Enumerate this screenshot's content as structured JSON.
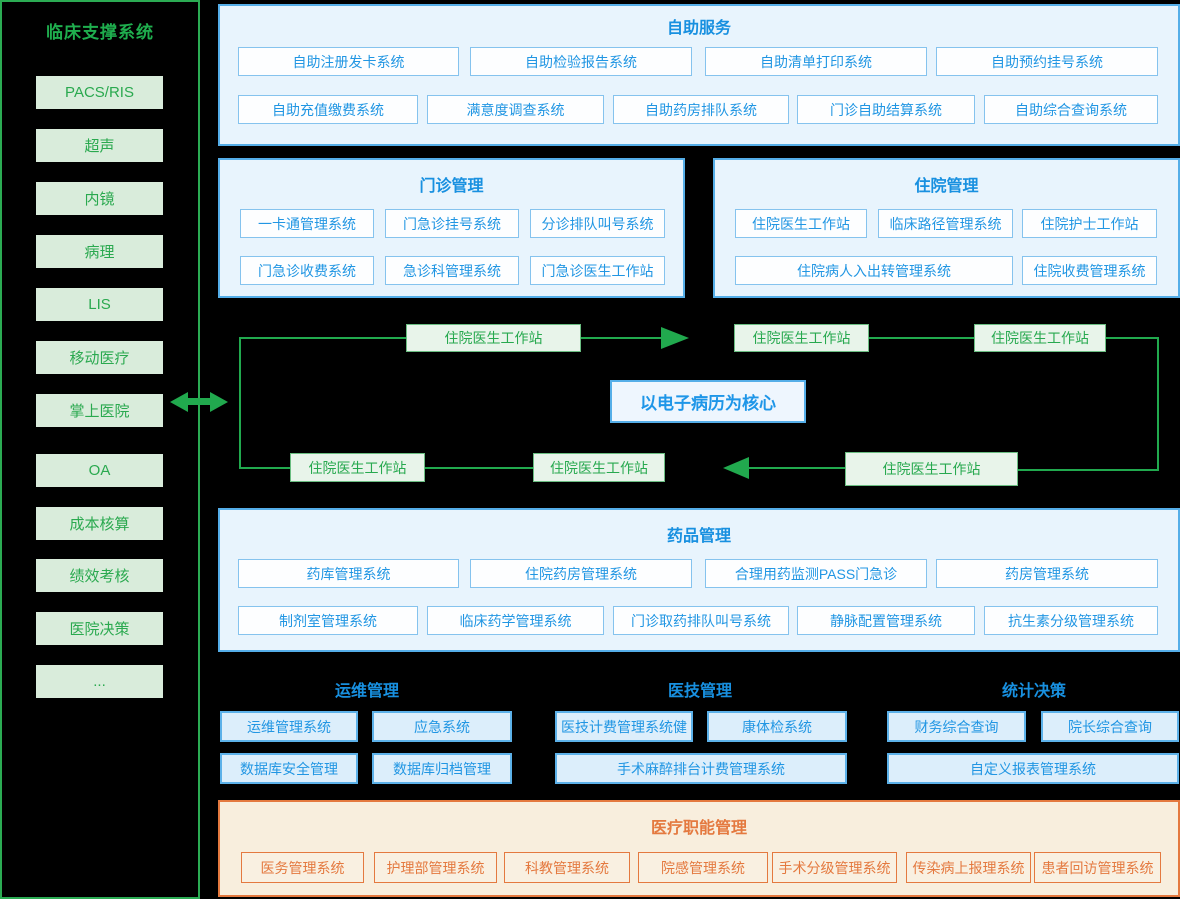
{
  "sidebar": {
    "title": "临床支撑系统",
    "items": [
      "PACS/RIS",
      "超声",
      "内镜",
      "病理",
      "LIS",
      "移动医疗",
      "掌上医院",
      "OA",
      "成本核算",
      "绩效考核",
      "医院决策",
      "..."
    ]
  },
  "self_service": {
    "title": "自助服务",
    "row1": [
      "自助注册发卡系统",
      "自助检验报告系统",
      "自助清单打印系统",
      "自助预约挂号系统"
    ],
    "row2": [
      "自助充值缴费系统",
      "满意度调查系统",
      "自助药房排队系统",
      "门诊自助结算系统",
      "自助综合查询系统"
    ]
  },
  "outpatient": {
    "title": "门诊管理",
    "row1": [
      "一卡通管理系统",
      "门急诊挂号系统",
      "分诊排队叫号系统"
    ],
    "row2": [
      "门急诊收费系统",
      "急诊科管理系统",
      "门急诊医生工作站"
    ]
  },
  "inpatient": {
    "title": "住院管理",
    "row1": [
      "住院医生工作站",
      "临床路径管理系统",
      "住院护士工作站"
    ],
    "row2": [
      "住院病人入出转管理系统",
      "住院收费管理系统"
    ]
  },
  "emr_loop": {
    "center": "以电子病历为核心",
    "top": [
      "住院医生工作站",
      "住院医生工作站",
      "住院医生工作站"
    ],
    "bottom": [
      "住院医生工作站",
      "住院医生工作站",
      "住院医生工作站"
    ]
  },
  "pharmacy": {
    "title": "药品管理",
    "row1": [
      "药库管理系统",
      "住院药房管理系统",
      "合理用药监测PASS门急诊",
      "药房管理系统"
    ],
    "row2": [
      "制剂室管理系统",
      "临床药学管理系统",
      "门诊取药排队叫号系统",
      "静脉配置管理系统",
      "抗生素分级管理系统"
    ]
  },
  "operations": {
    "title": "运维管理",
    "row1": [
      "运维管理系统",
      "应急系统"
    ],
    "row2": [
      "数据库安全管理",
      "数据库归档管理"
    ]
  },
  "medical_tech": {
    "title": "医技管理",
    "row1": [
      "医技计费管理系统健",
      "康体检系统"
    ],
    "row2": [
      "手术麻醉排台计费管理系统"
    ]
  },
  "statistics": {
    "title": "统计决策",
    "row1": [
      "财务综合查询",
      "院长综合查询"
    ],
    "row2": [
      "自定义报表管理系统"
    ]
  },
  "medical_admin": {
    "title": "医疗职能管理",
    "buttons": [
      "医务管理系统",
      "护理部管理系统",
      "科教管理系统",
      "院感管理系统",
      "手术分级管理系统",
      "传染病上报理系统",
      "患者回访管理系统"
    ]
  },
  "colors": {
    "blue_accent": "#1e96e8",
    "blue_border": "#55aee8",
    "panel_blue_bg": "#e8f4fd",
    "green_accent": "#21a94e",
    "green_box_bg": "#e8f4ea",
    "orange_accent": "#e4793f",
    "orange_bg": "#f8eedd"
  }
}
